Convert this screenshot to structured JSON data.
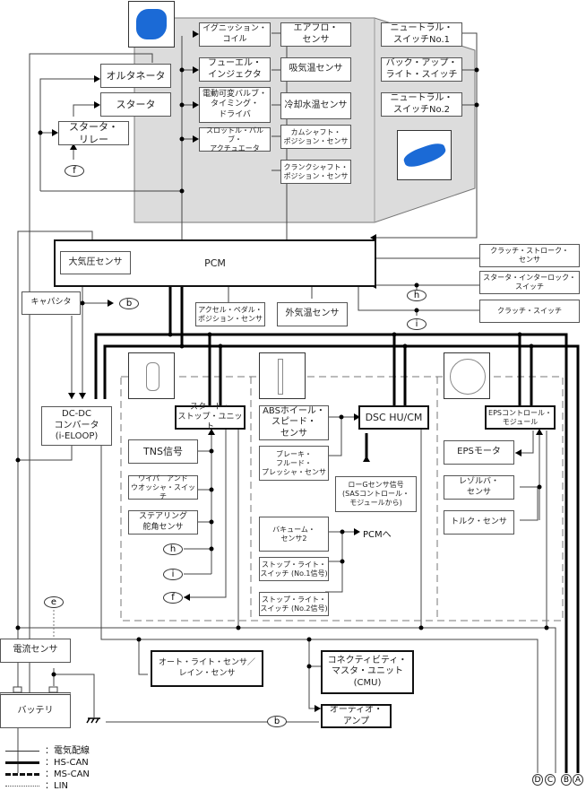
{
  "engine_group": {
    "actuators": [
      "イグニッション・\nコイル",
      "フューエル・\nインジェクタ",
      "電動可変バルブ・\nタイミング・\nドライバ",
      "スロットル・バルブ・\nアクチュエータ"
    ],
    "sensors": [
      "エアフロ・\nセンサ",
      "吸気温センサ",
      "冷却水温センサ",
      "カムシャフト・\nポジション・センサ",
      "クランクシャフト・\nポジション・センサ"
    ],
    "transmission_switches": [
      "ニュートラル・\nスイッチNo.1",
      "バック・アップ・\nライト・スイッチ",
      "ニュートラル・\nスイッチNo.2"
    ],
    "engine_icon": "engine-image",
    "transmission_icon": "transmission-image"
  },
  "left_group": {
    "alternator": "オルタネータ",
    "starter": "スタータ",
    "starter_relay": "スタータ・\nリレー",
    "capacitor": "キャパシタ",
    "dcdc": "DC-DC\nコンバータ\n(i-ELOOP)",
    "current_sensor": "電流センサ",
    "battery": "バッテリ"
  },
  "pcm": {
    "label": "PCM",
    "baro_sensor": "大気圧センサ",
    "accel_sensor": "アクセル・ペダル・\nポジション・センサ",
    "ambient_sensor": "外気温センサ",
    "clutch_stroke": "クラッチ・ストローク・\nセンサ",
    "starter_interlock": "スタータ・インターロック・\nスイッチ",
    "clutch_switch": "クラッチ・スイッチ"
  },
  "start_stop_group": {
    "unit": "スタート・\nストップ・ユニット",
    "inputs": [
      "TNS信号",
      "ワイパ　アンド\nウオッシャ・スイッチ",
      "ステアリング\n舵角センサ"
    ]
  },
  "dsc_group": {
    "unit": "DSC HU/CM",
    "abs": "ABSホイール・\nスピード・\nセンサ",
    "brake_fluid": "ブレーキ・\nフルード・\nプレッシャ・センサ",
    "g_sensor": "ローGセンサ信号\n(SASコントロール・\nモジュールから)",
    "vacuum": "バキューム・\nセンサ2",
    "stop1": "ストップ・ライト・\nスイッチ (No.1信号)",
    "stop2": "ストップ・ライト・\nスイッチ (No.2信号)",
    "to_pcm": "PCMへ"
  },
  "eps_group": {
    "unit": "EPSコントロール・\nモジュール",
    "motor": "EPSモータ",
    "resolver": "レゾルバ・\nセンサ",
    "torque": "トルク・センサ"
  },
  "bottom": {
    "auto_light": "オート・ライト・センサ／\nレイン・センサ",
    "cmu": "コネクティビティ・\nマスタ・ユニット\n(CMU)",
    "audio": "オーディオ・\nアンプ"
  },
  "connectors": {
    "b": "b",
    "e": "e",
    "f": "f",
    "h": "h",
    "i": "i"
  },
  "terminals": [
    "D",
    "C",
    "B",
    "A"
  ],
  "legend": [
    {
      "style": "solid",
      "label": "：電気配線"
    },
    {
      "style": "thick",
      "label": "：HS-CAN"
    },
    {
      "style": "dashed",
      "label": "：MS-CAN"
    },
    {
      "style": "dotted",
      "label": "：LIN"
    }
  ]
}
